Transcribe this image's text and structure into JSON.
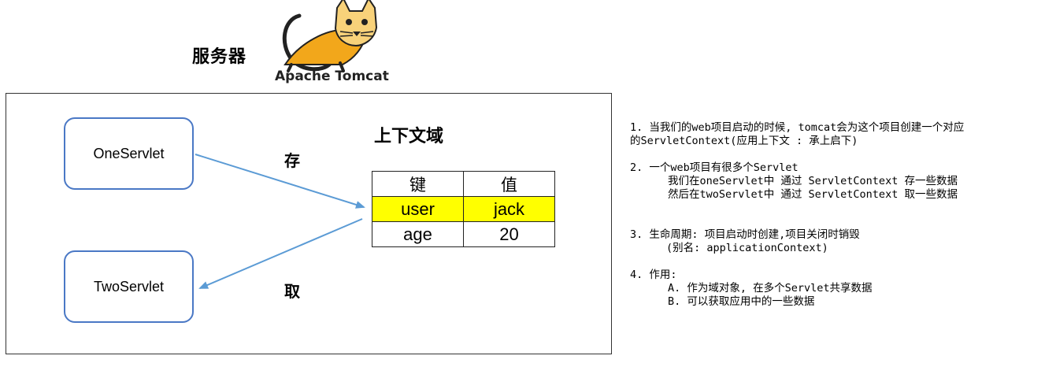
{
  "header": {
    "server_label": "服务器",
    "logo_text": "Apache Tomcat"
  },
  "diagram": {
    "one_servlet": "OneServlet",
    "two_servlet": "TwoServlet",
    "scope_title": "上下文域",
    "store_label": "存",
    "fetch_label": "取",
    "table": {
      "headers": [
        "键",
        "值"
      ],
      "rows": [
        {
          "key": "user",
          "value": "jack",
          "highlight": true
        },
        {
          "key": "age",
          "value": "20",
          "highlight": false
        }
      ]
    },
    "colors": {
      "arrow": "#5b9bd5",
      "box_border": "#4a78c5",
      "highlight": "#ffff00",
      "tomcat_yellow": "#f2a71b"
    }
  },
  "notes": {
    "n1_line1": "1. 当我们的web项目启动的时候, tomcat会为这个项目创建一个对应",
    "n1_line2": "的ServletContext(应用上下文 : 承上启下)",
    "n2_line1": "2. 一个web项目有很多个Servlet",
    "n2_line2": "我们在oneServlet中 通过 ServletContext 存一些数据",
    "n2_line3": "然后在twoServlet中 通过 ServletContext 取一些数据",
    "n3_line1": "3. 生命周期: 项目启动时创建,项目关闭时销毁",
    "n3_line2": "(别名: applicationContext)",
    "n4_line1": "4. 作用:",
    "n4_line2": "A. 作为域对象, 在多个Servlet共享数据",
    "n4_line3": "B. 可以获取应用中的一些数据"
  }
}
